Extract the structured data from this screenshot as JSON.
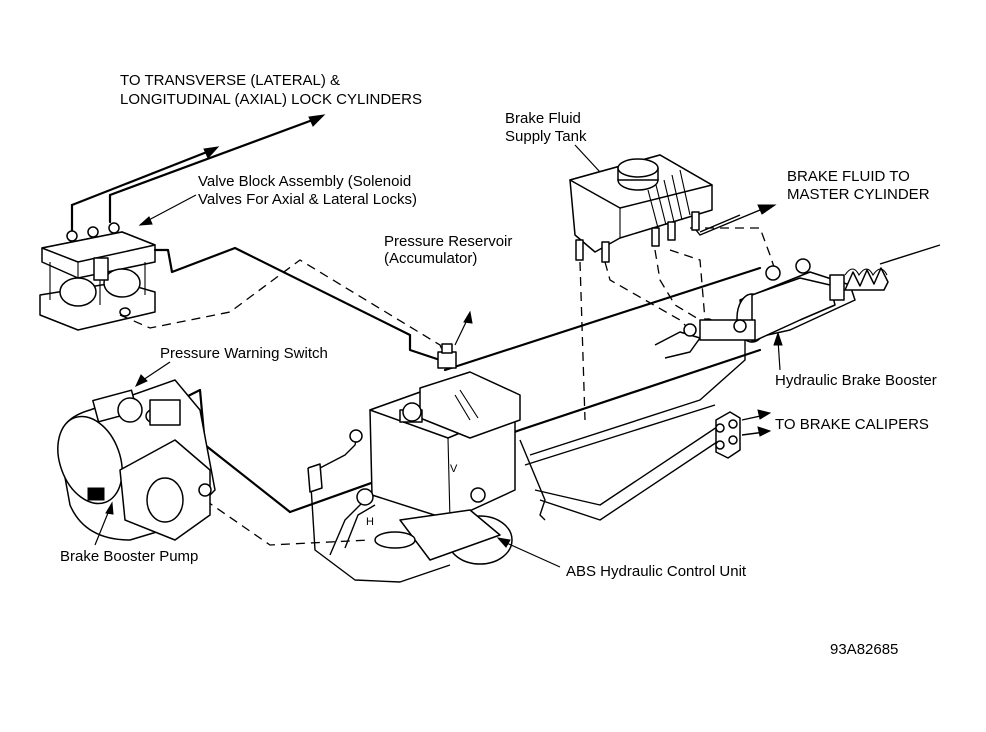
{
  "labels": {
    "transverse_line1": "TO TRANSVERSE (LATERAL) &",
    "transverse_line2": "LONGITUDINAL (AXIAL) LOCK CYLINDERS",
    "supply_tank_line1": "Brake Fluid",
    "supply_tank_line2": "Supply Tank",
    "to_master_line1": "BRAKE FLUID TO",
    "to_master_line2": "MASTER CYLINDER",
    "valve_block_line1": "Valve Block Assembly (Solenoid",
    "valve_block_line2": "Valves For Axial & Lateral Locks)",
    "reservoir_line1": "Pressure Reservoir",
    "reservoir_line2": "(Accumulator)",
    "warning_switch": "Pressure Warning Switch",
    "hydraulic_booster": "Hydraulic Brake Booster",
    "to_calipers": "TO BRAKE CALIPERS",
    "booster_pump": "Brake Booster Pump",
    "abs_unit": "ABS Hydraulic Control Unit",
    "figure_id": "93A82685"
  },
  "component_marks": {
    "valve_v": "V",
    "valve_h": "H"
  }
}
